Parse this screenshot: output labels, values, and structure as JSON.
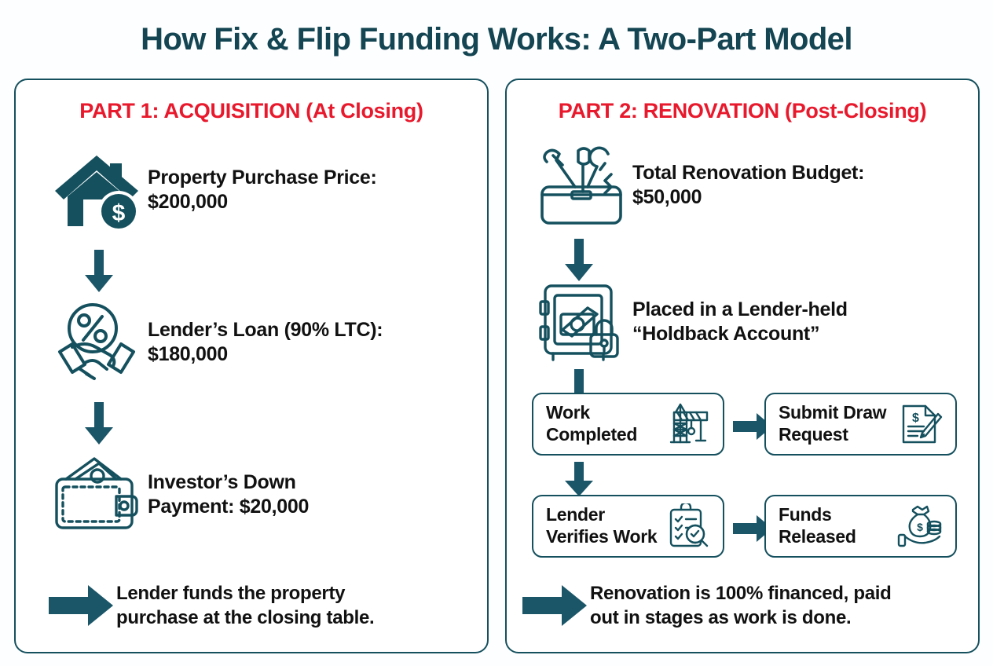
{
  "title": "How Fix & Flip Funding Works: A Two-Part Model",
  "colors": {
    "title": "#144552",
    "header_red": "#e8192c",
    "border_teal": "#15505e",
    "arrow_teal": "#1b5668",
    "text_black": "#111111",
    "background": "#fdfeff"
  },
  "left_panel": {
    "header": "PART 1: ACQUISITION (At Closing)",
    "steps": [
      {
        "icon": "house-with-dollar-icon",
        "line1": "Property Purchase Price:",
        "line2": "$200,000"
      },
      {
        "icon": "handshake-percent-icon",
        "line1": "Lender’s Loan (90% LTC):",
        "line2": "$180,000"
      },
      {
        "icon": "wallet-with-cash-icon",
        "line1": "Investor’s Down",
        "line2": "Payment: $20,000"
      }
    ],
    "footnote": {
      "icon": "right-arrow-icon",
      "line1": "Lender funds the property",
      "line2": "purchase at the closing table."
    }
  },
  "right_panel": {
    "header": "PART 2: RENOVATION (Post-Closing)",
    "steps": [
      {
        "icon": "toolbox-icon",
        "line1": "Total Renovation Budget:",
        "line2": "$50,000"
      },
      {
        "icon": "safe-with-lock-icon",
        "line1": "Placed in a Lender-held",
        "line2": "“Holdback Account”"
      }
    ],
    "process": [
      {
        "label_line1": "Work",
        "label_line2": "Completed",
        "icon": "construction-crane-icon"
      },
      {
        "label_line1": "Submit Draw",
        "label_line2": "Request",
        "icon": "document-dollar-pen-icon"
      },
      {
        "label_line1": "Lender",
        "label_line2": "Verifies Work",
        "icon": "clipboard-magnifier-icon"
      },
      {
        "label_line1": "Funds",
        "label_line2": "Released",
        "icon": "money-bag-hand-icon"
      }
    ],
    "footnote": {
      "icon": "right-arrow-icon",
      "line1": "Renovation is 100% financed, paid",
      "line2": "out in stages as work is done."
    }
  }
}
